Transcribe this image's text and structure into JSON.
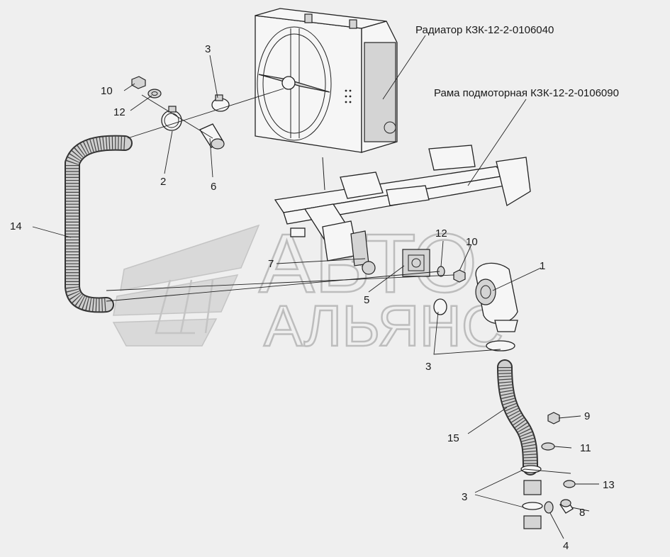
{
  "callouts": {
    "radiator": "Радиатор КЗК-12-2-0106040",
    "frame": "Рама подмоторная КЗК-12-2-0106090"
  },
  "watermark": {
    "line1": "АВТО",
    "line2": "АЛЬЯНС"
  },
  "labels": {
    "n1": "1",
    "n2": "2",
    "n3a": "3",
    "n3b": "3",
    "n3c": "3",
    "n4": "4",
    "n5": "5",
    "n6": "6",
    "n7": "7",
    "n8": "8",
    "n9": "9",
    "n10a": "10",
    "n10b": "10",
    "n11": "11",
    "n12a": "12",
    "n12b": "12",
    "n13": "13",
    "n14": "14",
    "n15": "15"
  }
}
